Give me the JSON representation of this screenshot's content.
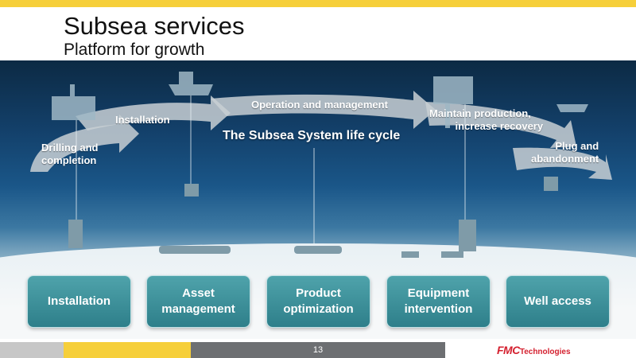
{
  "header": {
    "title": "Subsea services",
    "subtitle": "Platform for growth"
  },
  "diagram": {
    "center_label": "The Subsea System life cycle",
    "stages": [
      {
        "label": "Drilling and\ncompletion"
      },
      {
        "label": "Installation"
      },
      {
        "label": "Operation and management"
      },
      {
        "label": "Maintain production,\n         increase recovery"
      },
      {
        "label": "Plug and\nabandonment"
      }
    ]
  },
  "service_tiles": [
    {
      "label": "Installation"
    },
    {
      "label": "Asset\nmanagement"
    },
    {
      "label": "Product\noptimization"
    },
    {
      "label": "Equipment\nintervention"
    },
    {
      "label": "Well access"
    }
  ],
  "footer": {
    "page_number": "13",
    "logo_fmc": "FMC",
    "logo_tech": "Technologies"
  },
  "colors": {
    "accent_yellow": "#f6cf3a",
    "tile_teal": "#2e7f8a",
    "logo_red": "#d4202f"
  }
}
